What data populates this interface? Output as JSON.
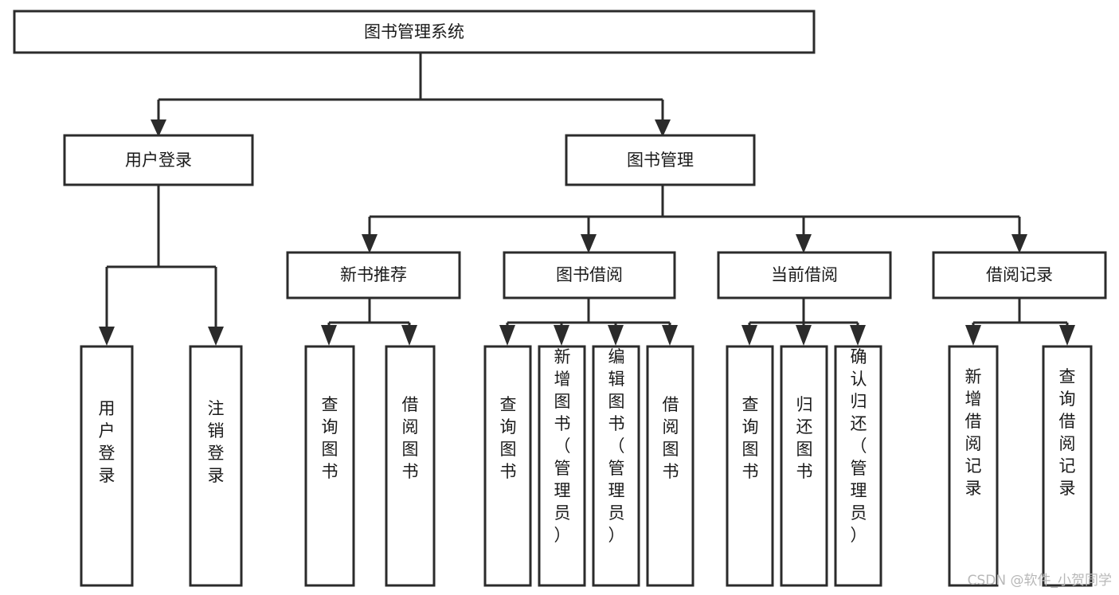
{
  "diagram": {
    "title": "图书管理系统",
    "type": "tree-hierarchy-diagram",
    "colors": {
      "background": "#ffffff",
      "box_border": "#2b2b2b",
      "box_fill": "#ffffff",
      "text": "#1a1a1a",
      "watermark": "#b8b8b8"
    },
    "root": {
      "label": "图书管理系统"
    },
    "level2": [
      {
        "label": "用户登录"
      },
      {
        "label": "图书管理"
      }
    ],
    "level3": [
      {
        "label": "新书推荐"
      },
      {
        "label": "图书借阅"
      },
      {
        "label": "当前借阅"
      },
      {
        "label": "借阅记录"
      }
    ],
    "leaves": {
      "user_login": [
        {
          "label": "用户登录"
        },
        {
          "label": "注销登录"
        }
      ],
      "new_book_recommend": [
        {
          "label": "查询图书"
        },
        {
          "label": "借阅图书"
        }
      ],
      "book_borrow": [
        {
          "label": "查询图书"
        },
        {
          "label": "新增图书（管理员）"
        },
        {
          "label": "编辑图书（管理员）"
        },
        {
          "label": "借阅图书"
        }
      ],
      "current_borrow": [
        {
          "label": "查询图书"
        },
        {
          "label": "归还图书"
        },
        {
          "label": "确认归还（管理员）"
        }
      ],
      "borrow_record": [
        {
          "label": "新增借阅记录"
        },
        {
          "label": "查询借阅记录"
        }
      ]
    },
    "watermark": "CSDN @软件_小贺同学"
  }
}
